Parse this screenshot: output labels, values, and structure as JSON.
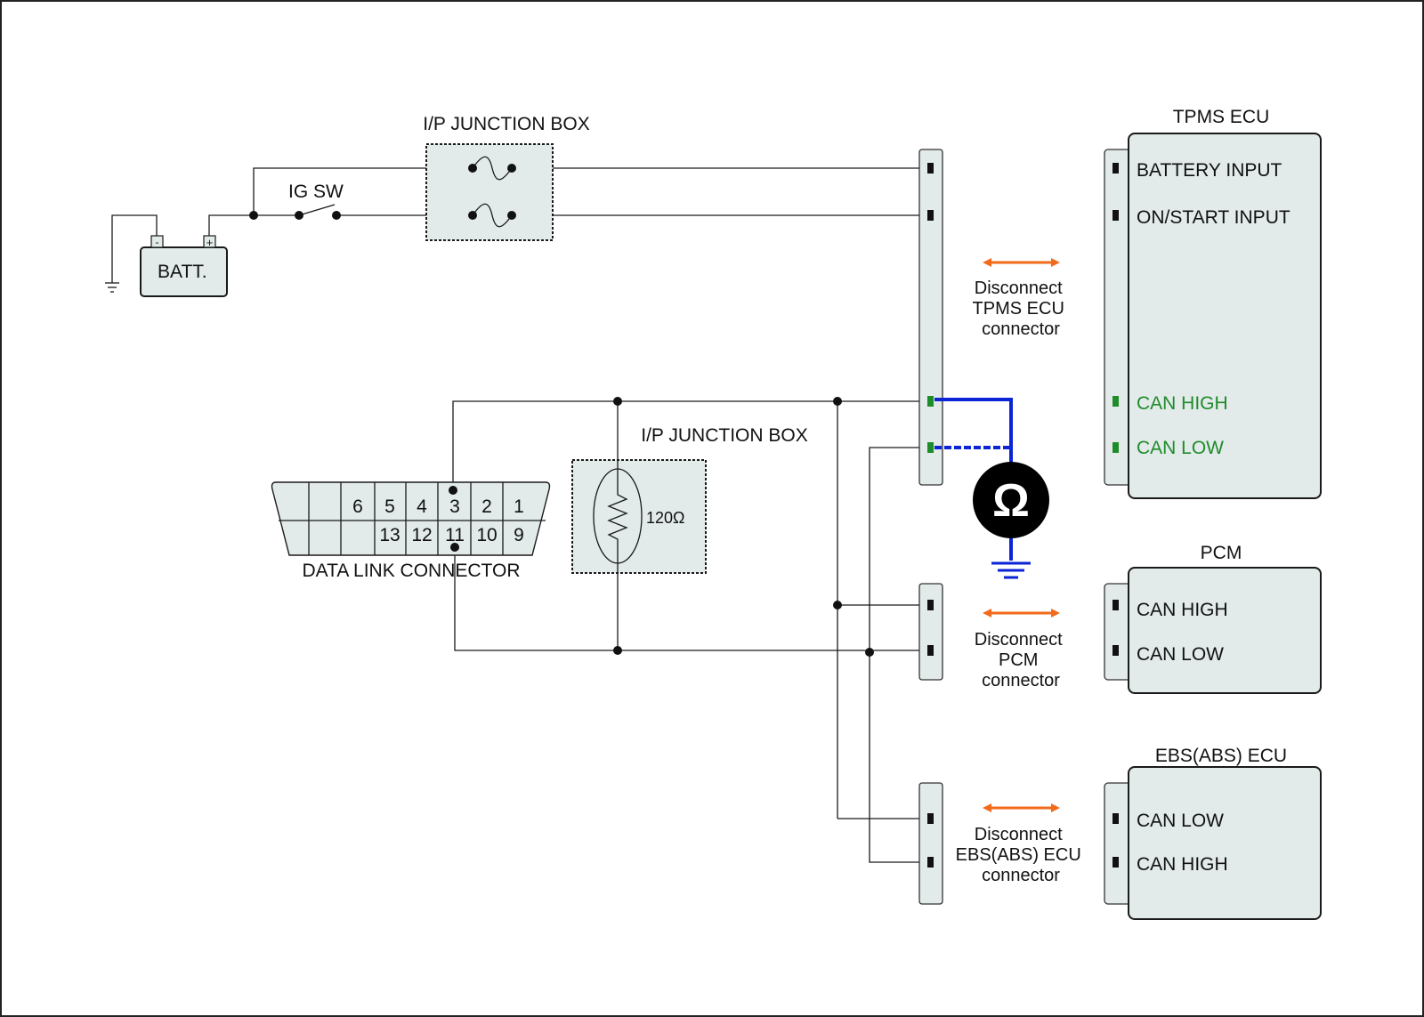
{
  "colors": {
    "wire": "#1a1a1a",
    "box_fill": "#e2eaea",
    "can_highlight": "#1f8c2a",
    "probe_wire": "#0a24d6",
    "arrow": "#f26a1b",
    "meter": "#000000"
  },
  "battery": {
    "label": "BATT.",
    "neg": "-",
    "pos": "+"
  },
  "ignition": {
    "label": "IG SW"
  },
  "junction_box_top": {
    "label": "I/P JUNCTION BOX"
  },
  "junction_box_mid": {
    "label": "I/P JUNCTION BOX",
    "resistor": "120Ω"
  },
  "dlc": {
    "label": "DATA LINK CONNECTOR",
    "top_pins": [
      "6",
      "5",
      "4",
      "3",
      "2",
      "1"
    ],
    "bottom_pins": [
      "13",
      "12",
      "11",
      "10",
      "9"
    ]
  },
  "meter": {
    "symbol": "Ω"
  },
  "tpms": {
    "title": "TPMS ECU",
    "pins": [
      "BATTERY INPUT",
      "ON/START INPUT",
      "CAN HIGH",
      "CAN LOW"
    ],
    "note": [
      "Disconnect",
      "TPMS ECU",
      "connector"
    ]
  },
  "pcm": {
    "title": "PCM",
    "pins": [
      "CAN HIGH",
      "CAN LOW"
    ],
    "note": [
      "Disconnect",
      "PCM",
      "connector"
    ]
  },
  "ebs": {
    "title": "EBS(ABS) ECU",
    "pins": [
      "CAN LOW",
      "CAN HIGH"
    ],
    "note": [
      "Disconnect",
      "EBS(ABS) ECU",
      "connector"
    ]
  }
}
